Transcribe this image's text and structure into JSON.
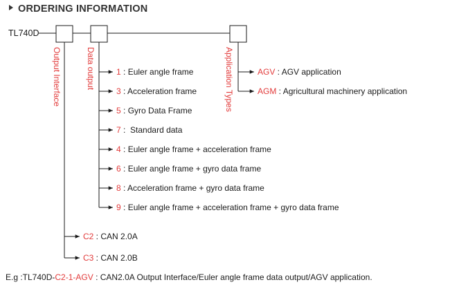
{
  "heading": {
    "text": "ORDERING INFORMATION",
    "icon": "triangle-right-icon"
  },
  "model": "TL740D",
  "fields": {
    "output_interface": "Output Interface",
    "data_output": "Data output",
    "application_types": "Application Types"
  },
  "data_output_items": [
    {
      "code": "1",
      "desc": "Euler angle frame"
    },
    {
      "code": "3",
      "desc": "Acceleration frame"
    },
    {
      "code": "5",
      "desc": "Gyro Data Frame"
    },
    {
      "code": "7",
      "desc": " Standard data"
    },
    {
      "code": "4",
      "desc": "Euler angle frame + acceleration frame"
    },
    {
      "code": "6",
      "desc": "Euler angle frame + gyro data frame"
    },
    {
      "code": "8",
      "desc": "Acceleration frame + gyro data frame"
    },
    {
      "code": "9",
      "desc": "Euler angle frame + acceleration frame + gyro data frame"
    }
  ],
  "application_items": [
    {
      "code": "AGV",
      "desc": "AGV application"
    },
    {
      "code": "AGM",
      "desc": "Agricultural machinery application"
    }
  ],
  "interface_items": [
    {
      "code": "C2",
      "desc": "CAN 2.0A"
    },
    {
      "code": "C3",
      "desc": "CAN 2.0B"
    }
  ],
  "example": {
    "prefix": "E.g :TL740D-",
    "code_interface": "C2",
    "dash1": "-",
    "code_output": "1",
    "dash2": "-",
    "code_app": "AGV",
    "suffix": " : CAN2.0A Output Interface/Euler angle frame data output/AGV application."
  },
  "colors": {
    "accent": "#e23a3a",
    "text": "#1a1a1a",
    "line": "#1a1a1a"
  }
}
